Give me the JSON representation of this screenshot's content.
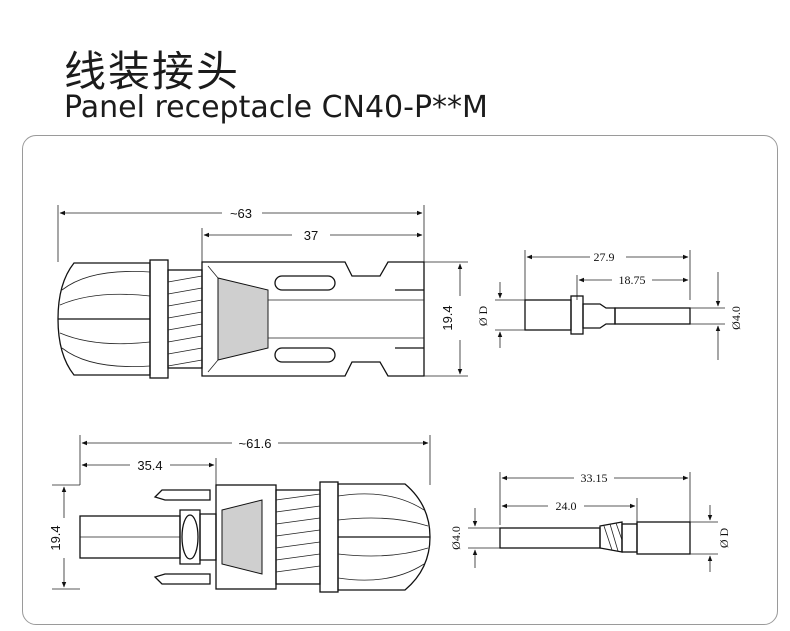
{
  "header": {
    "title_cn": "线装接头",
    "title_en": "Panel receptacle CN40-P**M"
  },
  "drawing_top_left": {
    "dim_overall": "~63",
    "dim_partial": "37",
    "dim_height": "19.4"
  },
  "drawing_top_right": {
    "dim_overall": "27.9",
    "dim_partial": "18.75",
    "dim_left": "Ø D",
    "dim_right": "Ø4.0"
  },
  "drawing_bottom_left": {
    "dim_overall": "~61.6",
    "dim_partial": "35.4",
    "dim_height": "19.4"
  },
  "drawing_bottom_right": {
    "dim_overall": "33.15",
    "dim_partial": "24.0",
    "dim_left": "Ø4.0",
    "dim_right": "Ø D"
  }
}
